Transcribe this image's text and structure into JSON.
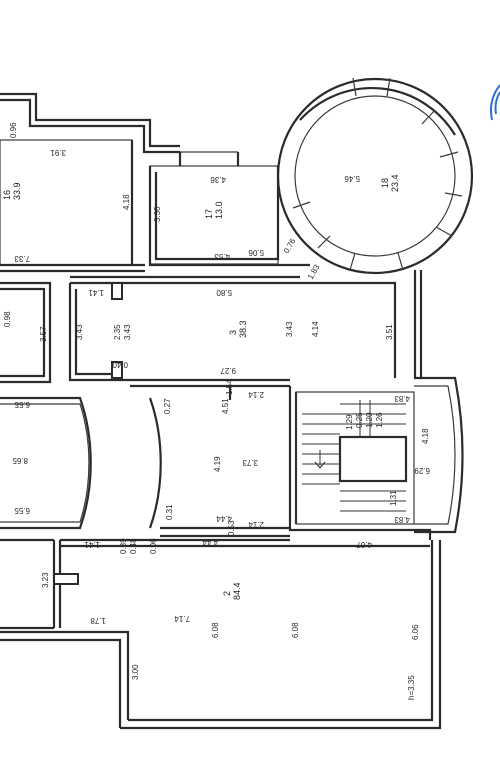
{
  "rooms": {
    "r16": {
      "number": "16",
      "area": "33.9"
    },
    "r17": {
      "number": "17",
      "area": "13.0"
    },
    "r18": {
      "number": "18",
      "area": "23.4"
    },
    "r3": {
      "number": "3",
      "area": "38.3"
    },
    "r2": {
      "number": "2",
      "area": "84.4"
    }
  },
  "dims": {
    "d0_96": "0.96",
    "d3_91": "3.91",
    "d4_18a": "4.18",
    "d7_33": "7.33",
    "d4_36": "4.36",
    "d3_30": "3.30",
    "d5_06": "5.06",
    "d4_53": "4.53",
    "d0_76": "0.76",
    "d5_46": "5.46",
    "d1_83": "1.83",
    "d0_98": "0.98",
    "d1_41a": "1.41",
    "d5_80": "5.80",
    "d3_57": "3.57",
    "d3_43a": "3.43",
    "d2_35": "2.35",
    "d3_43b": "3.43",
    "d3_43c": "3.43",
    "d4_14": "4.14",
    "d3_51": "3.51",
    "d0_40": "0.40",
    "d9_27": "9.27",
    "d1_54": "1.54",
    "d2_14a": "2.14",
    "d6_55a": "6.55",
    "d0_27": "0.27",
    "d4_51": "4.51",
    "d4_83a": "4.83",
    "d1_29": "1.29",
    "d0_25": "0.25",
    "d1_20": "1.20",
    "d1_26": "1.26",
    "d4_18b": "4.18",
    "d6_29": "6.29",
    "d8_65": "8.65",
    "d4_19": "4.19",
    "d3_73": "3.73",
    "d1_31": "1.31",
    "d4_83b": "4.83",
    "d6_55b": "6.55",
    "d0_31": "0.31",
    "d4_44a": "4.44",
    "d0_53": "0.53",
    "d2_14b": "2.14",
    "d4_67": "4.67",
    "d1_41b": "1.41",
    "d0_39": "0.39",
    "d0_48": "0.48",
    "d0_06": "0.06",
    "d4_44b": "4.44",
    "d3_23": "3.23",
    "d1_78": "1.78",
    "d7_14": "7.14",
    "d6_08a": "6.08",
    "d6_08b": "6.08",
    "d6_06": "6.06",
    "d3_00": "3.00",
    "d3_35": "h=3.35"
  }
}
